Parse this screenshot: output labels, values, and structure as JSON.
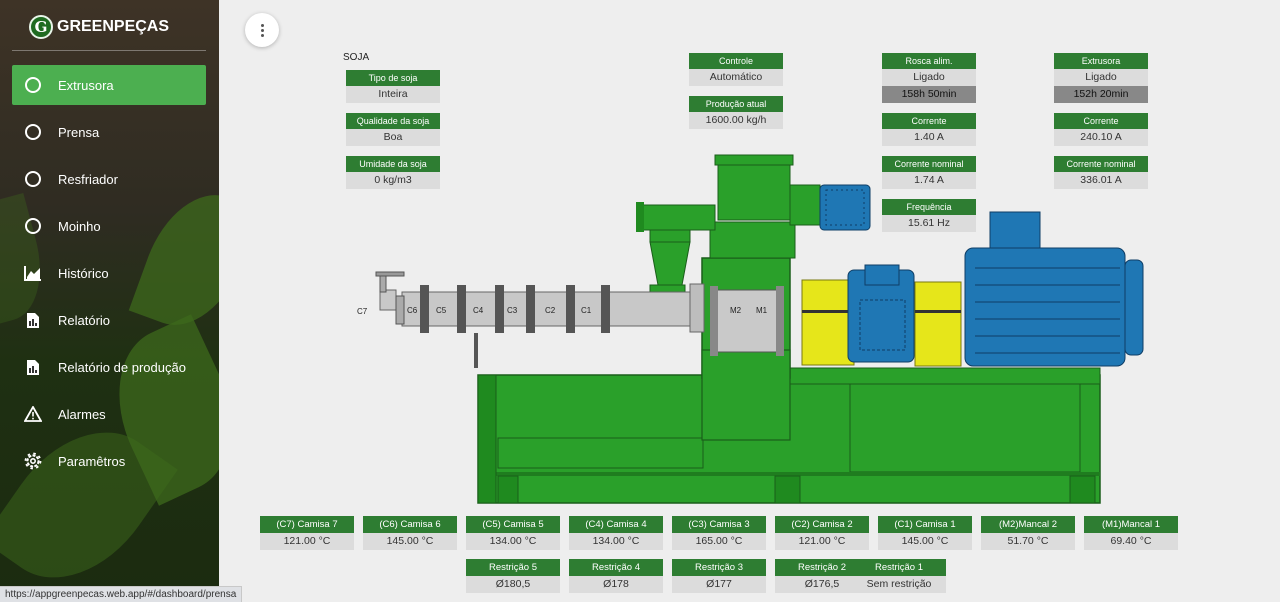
{
  "brand": {
    "initial": "G",
    "name": "GREENPEÇAS"
  },
  "nav": [
    {
      "label": "Extrusora",
      "icon": "circle-icon",
      "active": true
    },
    {
      "label": "Prensa",
      "icon": "circle-icon"
    },
    {
      "label": "Resfriador",
      "icon": "circle-icon"
    },
    {
      "label": "Moinho",
      "icon": "circle-icon"
    },
    {
      "label": "Histórico",
      "icon": "chart-icon"
    },
    {
      "label": "Relatório",
      "icon": "report-icon"
    },
    {
      "label": "Relatório de produção",
      "icon": "report-icon"
    },
    {
      "label": "Alarmes",
      "icon": "warning-icon"
    },
    {
      "label": "Paramêtros",
      "icon": "gear-icon"
    }
  ],
  "section_title": "SOJA",
  "soja": {
    "tipo": {
      "label": "Tipo de soja",
      "value": "Inteira"
    },
    "qualidade": {
      "label": "Qualidade da soja",
      "value": "Boa"
    },
    "umidade": {
      "label": "Umidade da soja",
      "value": "0 kg/m3"
    }
  },
  "controle": {
    "label": "Controle",
    "value": "Automático"
  },
  "producao": {
    "label": "Produção atual",
    "value": "1600.00 kg/h"
  },
  "rosca": {
    "label": "Rosca alim.",
    "status": "Ligado",
    "time": "158h 50min",
    "corrente": {
      "label": "Corrente",
      "value": "1.40 A"
    },
    "corrente_nominal": {
      "label": "Corrente nominal",
      "value": "1.74 A"
    },
    "frequencia": {
      "label": "Frequência",
      "value": "15.61 Hz"
    }
  },
  "extrusora": {
    "label": "Extrusora",
    "status": "Ligado",
    "time": "152h 20min",
    "corrente": {
      "label": "Corrente",
      "value": "240.10 A"
    },
    "corrente_nominal": {
      "label": "Corrente nominal",
      "value": "336.01 A"
    }
  },
  "machine_labels": {
    "c7": "C7",
    "c6": "C6",
    "c5": "C5",
    "c4": "C4",
    "c3": "C3",
    "c2": "C2",
    "c1": "C1",
    "m2": "M2",
    "m1": "M1"
  },
  "temperatures": [
    {
      "label": "(C7) Camisa 7",
      "value": "121.00 °C"
    },
    {
      "label": "(C6) Camisa 6",
      "value": "145.00 °C"
    },
    {
      "label": "(C5) Camisa 5",
      "value": "134.00 °C"
    },
    {
      "label": "(C4) Camisa 4",
      "value": "134.00 °C"
    },
    {
      "label": "(C3) Camisa 3",
      "value": "165.00 °C"
    },
    {
      "label": "(C2) Camisa 2",
      "value": "121.00 °C"
    },
    {
      "label": "(C1) Camisa 1",
      "value": "145.00 °C"
    },
    {
      "label": "(M2)Mancal 2",
      "value": "51.70 °C"
    },
    {
      "label": "(M1)Mancal 1",
      "value": "69.40 °C"
    }
  ],
  "restricoes": [
    {
      "label": "Restrição 5",
      "value": "Ø180,5"
    },
    {
      "label": "Restrição 4",
      "value": "Ø178"
    },
    {
      "label": "Restrição 3",
      "value": "Ø177"
    },
    {
      "label": "Restrição 2",
      "value": "Ø176,5"
    },
    {
      "label": "Restrição 1",
      "value": "Sem restrição"
    }
  ],
  "status_url": "https://appgreenpecas.web.app/#/dashboard/prensa",
  "colors": {
    "primary_green": "#2e7d32",
    "active_green": "#4caf50",
    "machine_green": "#2aa02a",
    "motor_blue": "#1f77b4",
    "coupling_yellow": "#e6e61a"
  }
}
